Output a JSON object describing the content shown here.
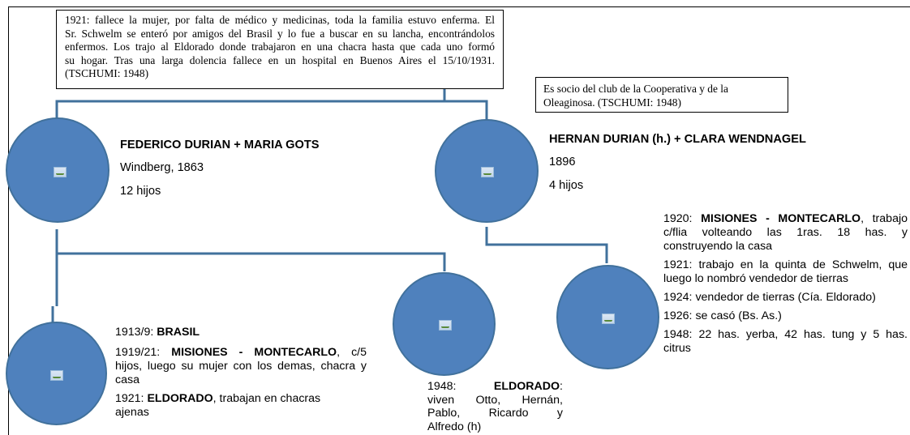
{
  "note_1": {
    "lines": [
      "1921: fallece la mujer, por falta de médico y medicinas, toda la familia estuvo enferma. El",
      "Sr. Schwelm se enteró por amigos del Brasil y lo fue a buscar en su lancha, encontrándolos",
      "enfermos. Los trajo al Eldorado donde trabajaron en una chacra hasta que cada uno formó",
      "su hogar. Tras una larga dolencia fallece en un hospital en Buenos Aires el 15/10/1931.",
      "(TSCHUMI: 1948)"
    ]
  },
  "note_2": {
    "lines": [
      "Es socio del club de la Cooperativa y de la",
      "Oleaginosa. (TSCHUMI: 1948)"
    ]
  },
  "node_federico": {
    "title": "FEDERICO DURIAN + MARIA GOTS",
    "line_1": "Windberg, 1863",
    "line_2": "12 hijos"
  },
  "node_hernan": {
    "title": "HERNAN DURIAN (h.) + CLARA WENDNAGEL",
    "line_1": "1896",
    "line_2": "4 hijos"
  },
  "node_brasil": {
    "p1_prefix": "1913/9: ",
    "p1_bold": "BRASIL",
    "p2_lines_prefix": "1919/21: ",
    "p2_bold": "MISIONES - MONTECARLO",
    "p2_rest_1": ", c/5",
    "p2_line_2": "hijos, luego su mujer con los demas, chacra y",
    "p2_line_3": "casa",
    "p3_prefix": "1921: ",
    "p3_bold": "ELDORADO",
    "p3_rest": ", trabajan en chacras",
    "p3_line_2": "ajenas"
  },
  "node_eldorado": {
    "prefix": "1948:",
    "bold": "ELDORADO",
    "suffix": ":",
    "line_2": "viven Otto, Hernán,",
    "line_3": "Pablo, Ricardo y",
    "line_4": "Alfredo (h)"
  },
  "node_montecarlo": {
    "p1_prefix": "1920: ",
    "p1_bold": "MISIONES - MONTECARLO",
    "p1_rest": ", trabajo",
    "p1_line_2": "c/flia volteando las 1ras. 18 has. y",
    "p1_line_3": "construyendo la casa",
    "p2_line_1": "1921: trabajo en la quinta de Schwelm, que",
    "p2_line_2": "luego lo nombró vendedor de tierras",
    "p3": "1924: vendedor de tierras (Cía. Eldorado)",
    "p4": "1926: se casó (Bs. As.)",
    "p5_line_1": "1948: 22 has. yerba, 42 has. tung y 5 has.",
    "p5_line_2": "citrus"
  },
  "icons": {
    "node_image": "image-placeholder-icon"
  },
  "colors": {
    "node_fill": "#4f81bd",
    "node_border": "#41719c",
    "connector": "#41719c"
  }
}
